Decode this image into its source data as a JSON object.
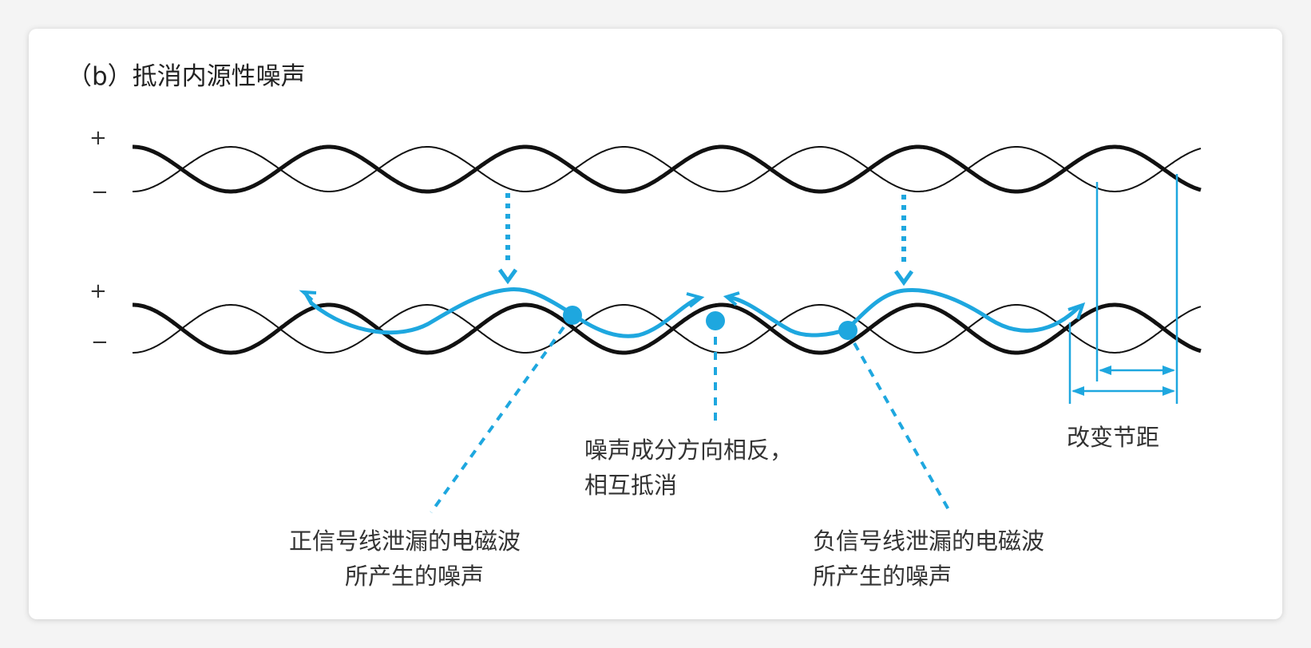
{
  "title": "（b）抵消内源性噪声",
  "pair_top": {
    "plus": "+",
    "minus": "−"
  },
  "pair_bottom": {
    "plus": "+",
    "minus": "−"
  },
  "labels": {
    "cancel": [
      "噪声成分方向相反，",
      "相互抵消"
    ],
    "positive_noise": [
      "正信号线泄漏的电磁波",
      "所产生的噪声"
    ],
    "negative_noise": [
      "负信号线泄漏的电磁波",
      "所产生的噪声"
    ],
    "pitch": "改变节距"
  },
  "colors": {
    "accent": "#1ea7df",
    "line": "#111111",
    "background": "#ffffff"
  }
}
